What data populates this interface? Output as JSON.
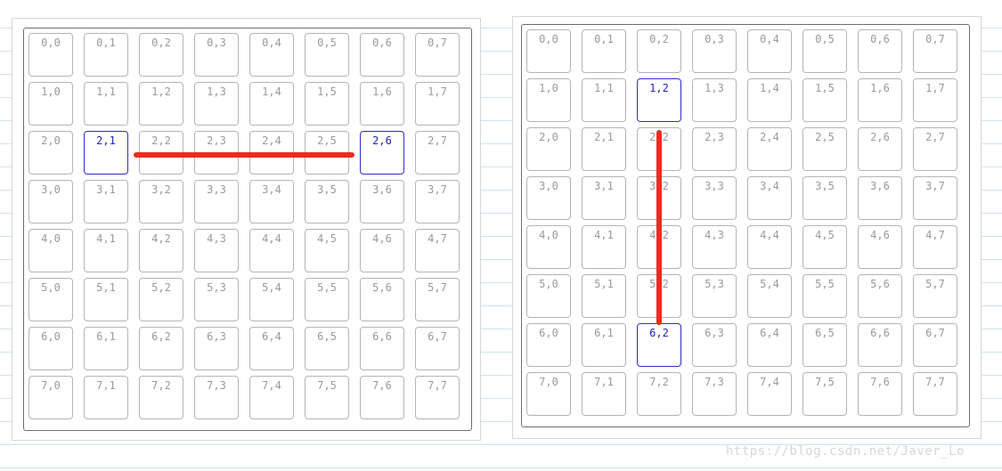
{
  "panels": [
    {
      "selected": [
        "2,1",
        "2,6"
      ],
      "connector": "horizontal",
      "rows": [
        [
          "0,0",
          "0,1",
          "0,2",
          "0,3",
          "0,4",
          "0,5",
          "0,6",
          "0,7"
        ],
        [
          "1,0",
          "1,1",
          "1,2",
          "1,3",
          "1,4",
          "1,5",
          "1,6",
          "1,7"
        ],
        [
          "2,0",
          "2,1",
          "2,2",
          "2,3",
          "2,4",
          "2,5",
          "2,6",
          "2,7"
        ],
        [
          "3,0",
          "3,1",
          "3,2",
          "3,3",
          "3,4",
          "3,5",
          "3,6",
          "3,7"
        ],
        [
          "4,0",
          "4,1",
          "4,2",
          "4,3",
          "4,4",
          "4,5",
          "4,6",
          "4,7"
        ],
        [
          "5,0",
          "5,1",
          "5,2",
          "5,3",
          "5,4",
          "5,5",
          "5,6",
          "5,7"
        ],
        [
          "6,0",
          "6,1",
          "6,2",
          "6,3",
          "6,4",
          "6,5",
          "6,6",
          "6,7"
        ],
        [
          "7,0",
          "7,1",
          "7,2",
          "7,3",
          "7,4",
          "7,5",
          "7,6",
          "7,7"
        ]
      ]
    },
    {
      "selected": [
        "1,2",
        "6,2"
      ],
      "connector": "vertical",
      "rows": [
        [
          "0,0",
          "0,1",
          "0,2",
          "0,3",
          "0,4",
          "0,5",
          "0,6",
          "0,7"
        ],
        [
          "1,0",
          "1,1",
          "1,2",
          "1,3",
          "1,4",
          "1,5",
          "1,6",
          "1,7"
        ],
        [
          "2,0",
          "2,1",
          "2,2",
          "2,3",
          "2,4",
          "2,5",
          "2,6",
          "2,7"
        ],
        [
          "3,0",
          "3,1",
          "3,2",
          "3,3",
          "3,4",
          "3,5",
          "3,6",
          "3,7"
        ],
        [
          "4,0",
          "4,1",
          "4,2",
          "4,3",
          "4,4",
          "4,5",
          "4,6",
          "4,7"
        ],
        [
          "5,0",
          "5,1",
          "5,2",
          "5,3",
          "5,4",
          "5,5",
          "5,6",
          "5,7"
        ],
        [
          "6,0",
          "6,1",
          "6,2",
          "6,3",
          "6,4",
          "6,5",
          "6,6",
          "6,7"
        ],
        [
          "7,0",
          "7,1",
          "7,2",
          "7,3",
          "7,4",
          "7,5",
          "7,6",
          "7,7"
        ]
      ]
    }
  ],
  "colors": {
    "connector": "#ee2a22",
    "selected_border": "#2d2dc8",
    "cell_text": "#9a9a9a"
  },
  "watermark": "https://blog.csdn.net/Javer_Lo"
}
